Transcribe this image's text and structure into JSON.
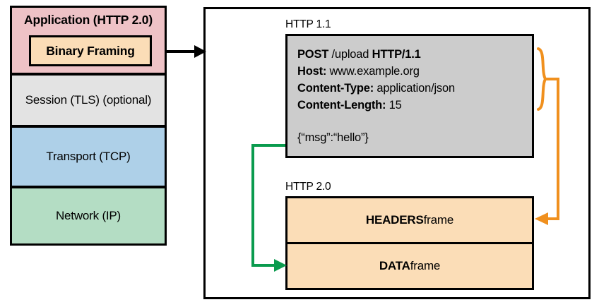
{
  "stack": {
    "layers": [
      {
        "label": "Application (HTTP 2.0)",
        "color": "#eec2c6"
      },
      {
        "label": "Session (TLS) (optional)",
        "color": "#e3e3e3"
      },
      {
        "label": "Transport (TCP)",
        "color": "#aed0e8"
      },
      {
        "label": "Network (IP)",
        "color": "#b4ddc4"
      }
    ],
    "binary_framing_label": "Binary Framing"
  },
  "panel": {
    "http11": {
      "caption": "HTTP 1.1",
      "request_line": {
        "method": "POST",
        "path": " /upload ",
        "version": "HTTP/1.1"
      },
      "headers": [
        {
          "name": "Host:",
          "value": " www.example.org"
        },
        {
          "name": "Content-Type:",
          "value": " application/json"
        },
        {
          "name": "Content-Length:",
          "value": " 15"
        }
      ],
      "body": "{“msg”:“hello”}"
    },
    "http20": {
      "caption": "HTTP 2.0",
      "frames": [
        {
          "name": "HEADERS",
          "suffix": " frame"
        },
        {
          "name": "DATA",
          "suffix": " frame"
        }
      ]
    }
  },
  "connectors": {
    "stack_to_panel": "black-arrow",
    "headers_mapping": "orange-brace-arrow",
    "body_mapping": "green-arrow"
  },
  "colors": {
    "outline": "#000000",
    "orange": "#f0901e",
    "green": "#0a9b4e",
    "grey_fill": "#cccccc",
    "peach_fill": "#fbddb7"
  }
}
